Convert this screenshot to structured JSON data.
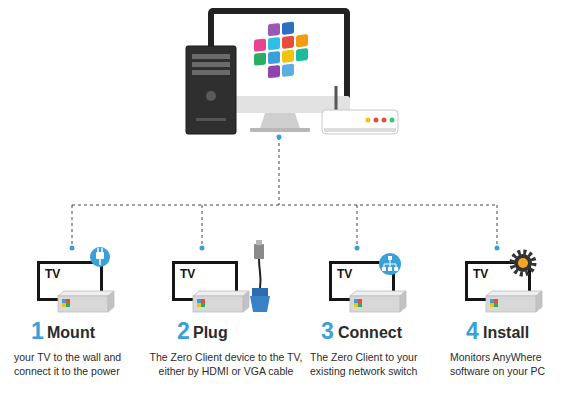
{
  "diagram": {
    "nodes": [
      {
        "text": [
          "TV"
        ]
      },
      {
        "text": [
          "TV"
        ]
      },
      {
        "text": [
          "TV"
        ]
      },
      {
        "text": [
          "TV"
        ]
      }
    ],
    "labels": [
      "1",
      "Mount",
      "your TV to the wall and connect it to the power",
      "2",
      "Plug",
      "The Zero Client device to the TV, either by HDMI or VGA cable",
      "3",
      "Connect",
      "The Zero Client to your existing network switch",
      "4",
      "Install",
      "Monitors AnyWhere software on your PC"
    ]
  }
}
